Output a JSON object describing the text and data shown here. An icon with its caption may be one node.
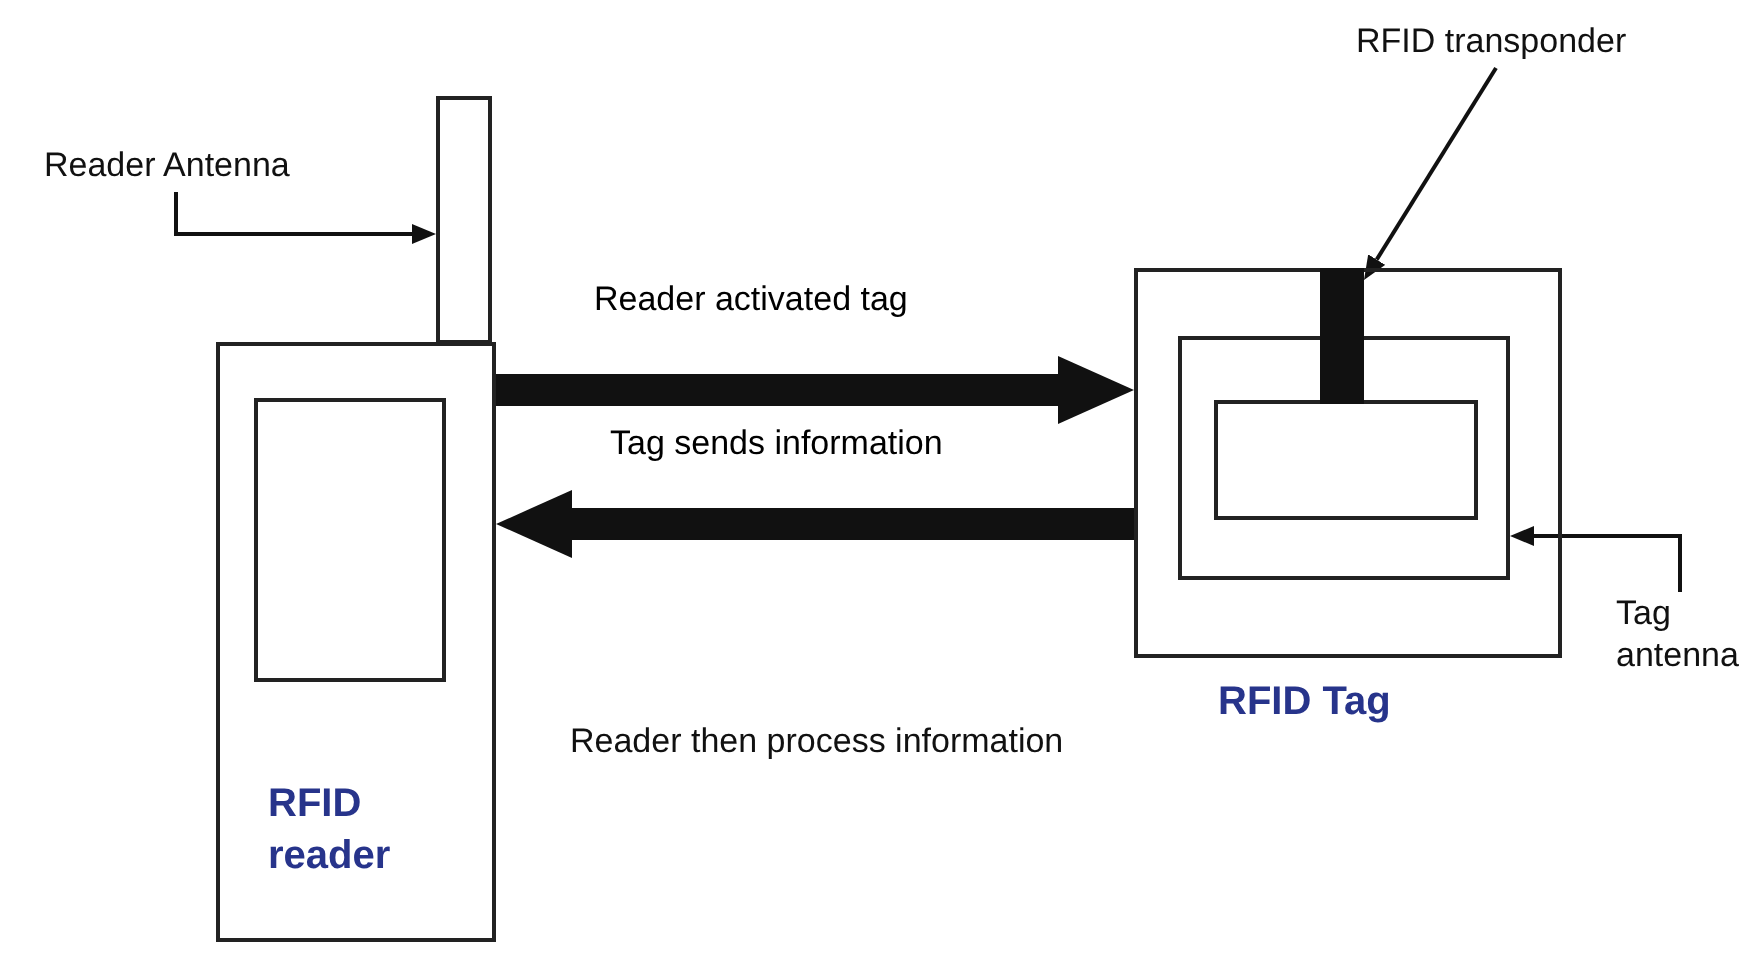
{
  "diagram": {
    "nodes": [
      {
        "text": [
          "Reader Antenna"
        ]
      },
      {
        "text": [],
        "shape": "bar"
      },
      {
        "text": [
          "RFID transponder"
        ]
      },
      {
        "text": [
          "RFID reader"
        ]
      },
      {
        "text": [],
        "shape": "box",
        "in": 3
      },
      {
        "text": [
          "RFID Tag"
        ]
      },
      {
        "text": [],
        "shape": "box",
        "in": 5
      },
      {
        "text": [],
        "shape": "bar",
        "in": 5
      },
      {
        "text": [],
        "shape": "box",
        "in": 6
      },
      {
        "text": [
          "Tag antenna"
        ]
      }
    ],
    "edges": [
      {
        "from": 0,
        "to": 1,
        "arrow": "to"
      },
      {
        "from": 2,
        "to": 7,
        "arrow": "to"
      },
      {
        "from": 3,
        "to": 5,
        "arrow": "to",
        "label": "Reader activated tag",
        "style": "thick"
      },
      {
        "from": 5,
        "to": 3,
        "arrow": "to",
        "label": "Tag sends information",
        "style": "thick"
      },
      {
        "from": 9,
        "to": 6,
        "arrow": "to"
      }
    ],
    "labels": [
      "Reader then process information"
    ]
  }
}
